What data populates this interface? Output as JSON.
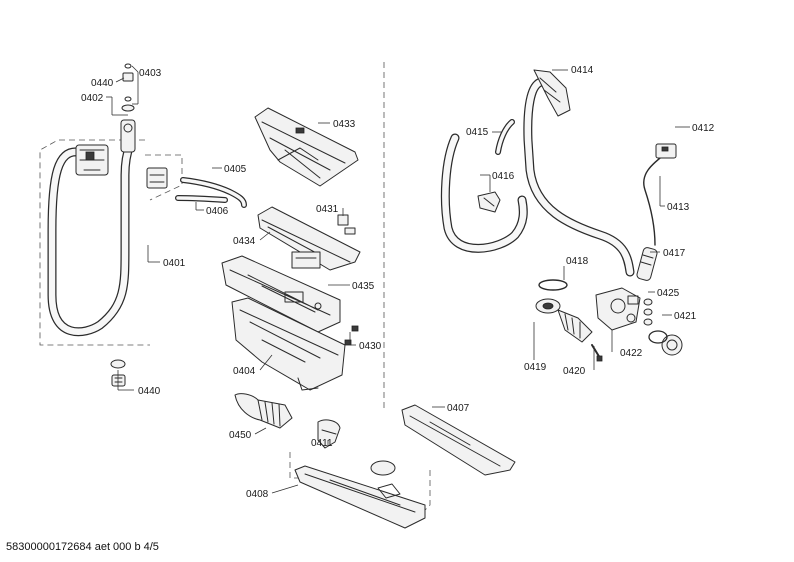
{
  "footer": {
    "document_id": "58300000172684 aet 000 b 4/5"
  },
  "callouts": [
    {
      "id": "c0440a",
      "text": "0440"
    },
    {
      "id": "c0403",
      "text": "0403"
    },
    {
      "id": "c0402",
      "text": "0402"
    },
    {
      "id": "c0401",
      "text": "0401"
    },
    {
      "id": "c0440b",
      "text": "0440"
    },
    {
      "id": "c0405",
      "text": "0405"
    },
    {
      "id": "c0406",
      "text": "0406"
    },
    {
      "id": "c0433",
      "text": "0433"
    },
    {
      "id": "c0431",
      "text": "0431"
    },
    {
      "id": "c0434",
      "text": "0434"
    },
    {
      "id": "c0435",
      "text": "0435"
    },
    {
      "id": "c0430",
      "text": "0430"
    },
    {
      "id": "c0404",
      "text": "0404"
    },
    {
      "id": "c0450",
      "text": "0450"
    },
    {
      "id": "c0411",
      "text": "0411"
    },
    {
      "id": "c0407",
      "text": "0407"
    },
    {
      "id": "c0408",
      "text": "0408"
    },
    {
      "id": "c0414",
      "text": "0414"
    },
    {
      "id": "c0415",
      "text": "0415"
    },
    {
      "id": "c0416",
      "text": "0416"
    },
    {
      "id": "c0412",
      "text": "0412"
    },
    {
      "id": "c0413",
      "text": "0413"
    },
    {
      "id": "c0417",
      "text": "0417"
    },
    {
      "id": "c0418",
      "text": "0418"
    },
    {
      "id": "c0425",
      "text": "0425"
    },
    {
      "id": "c0421",
      "text": "0421"
    },
    {
      "id": "c0419",
      "text": "0419"
    },
    {
      "id": "c0420",
      "text": "0420"
    },
    {
      "id": "c0422",
      "text": "0422"
    }
  ]
}
